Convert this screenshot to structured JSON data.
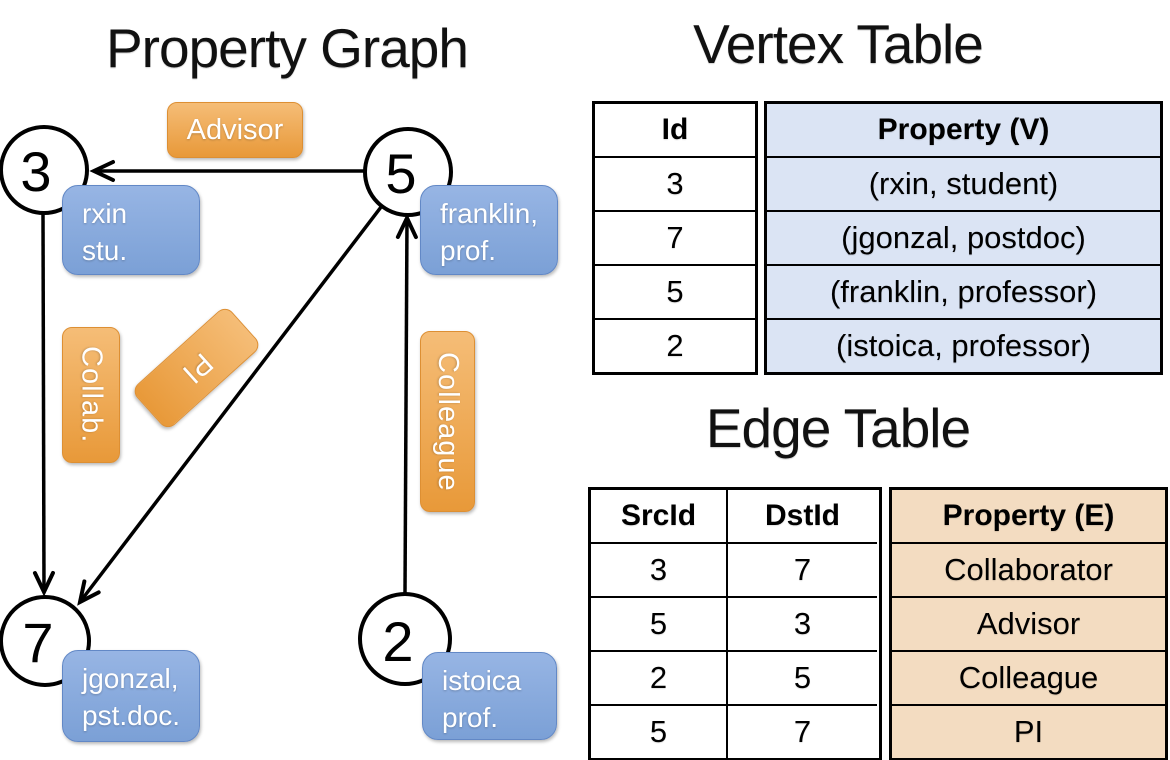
{
  "graph": {
    "title": "Property Graph",
    "nodes": [
      {
        "id": "3",
        "label_lines": [
          "rxin",
          "stu."
        ]
      },
      {
        "id": "5",
        "label_lines": [
          "franklin,",
          "prof."
        ]
      },
      {
        "id": "7",
        "label_lines": [
          "jgonzal,",
          "pst.doc."
        ]
      },
      {
        "id": "2",
        "label_lines": [
          "istoica",
          "prof."
        ]
      }
    ],
    "edge_labels": {
      "advisor": "Advisor",
      "collab": "Collab.",
      "pi": "PI",
      "colleague": "Colleague"
    }
  },
  "vertex_table": {
    "title": "Vertex Table",
    "columns": [
      "Id",
      "Property (V)"
    ],
    "rows": [
      [
        "3",
        "(rxin, student)"
      ],
      [
        "7",
        "(jgonzal, postdoc)"
      ],
      [
        "5",
        "(franklin, professor)"
      ],
      [
        "2",
        "(istoica, professor)"
      ]
    ]
  },
  "edge_table": {
    "title": "Edge Table",
    "columns": [
      "SrcId",
      "DstId",
      "Property (E)"
    ],
    "rows": [
      [
        "3",
        "7",
        "Collaborator"
      ],
      [
        "5",
        "3",
        "Advisor"
      ],
      [
        "2",
        "5",
        "Colleague"
      ],
      [
        "5",
        "7",
        "PI"
      ]
    ]
  },
  "colors": {
    "orange_top": "#f5bd77",
    "orange_bottom": "#e89939",
    "orange_border": "#dd8f33",
    "blue_top": "#97b5e4",
    "blue_bottom": "#7ba0d6",
    "blue_border": "#6288c6",
    "vertex_property_fill": "#dbe4f4",
    "edge_property_fill": "#f3dcc1"
  }
}
